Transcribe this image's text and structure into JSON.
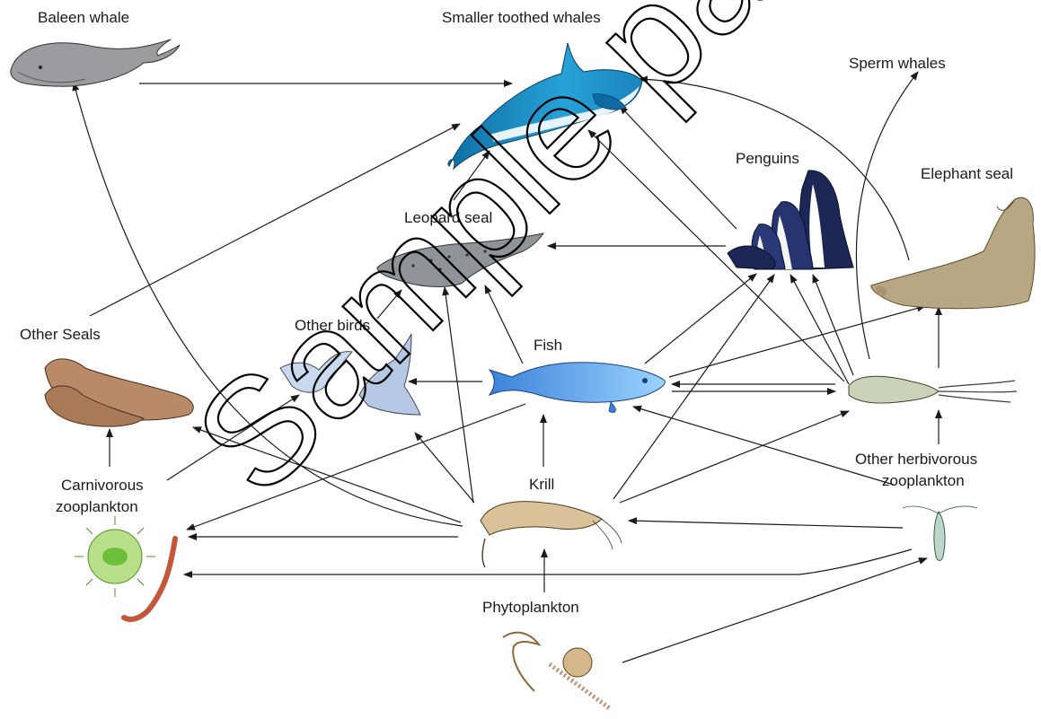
{
  "labels": {
    "baleen_whale": "Baleen whale",
    "toothed_whales": "Smaller toothed whales",
    "sperm_whales": "Sperm whales",
    "penguins": "Penguins",
    "elephant_seal": "Elephant seal",
    "leopard_seal": "Leopard seal",
    "other_birds": "Other birds",
    "other_seals": "Other Seals",
    "fish": "Fish",
    "carnivorous_1": "Carnivorous",
    "carnivorous_2": "zooplankton",
    "krill": "Krill",
    "herbivorous_1": "Other herbivorous",
    "herbivorous_2": "zooplankton",
    "phytoplankton": "Phytoplankton"
  },
  "watermark": "Sample page",
  "colors": {
    "whale_blue": "#1d8fc4",
    "baleen_grey": "#9a9c9f",
    "seal_brown": "#b88a68",
    "elephant_tan": "#b9a683",
    "leopard_grey": "#8f9498",
    "penguin_navy": "#1d2755",
    "fish_blue": "#3b7fd6",
    "krill_tan": "#d9c29a",
    "squid_green": "#c9d3b7",
    "worm_red": "#c4573a",
    "zoo_green": "#6cbf3a"
  }
}
